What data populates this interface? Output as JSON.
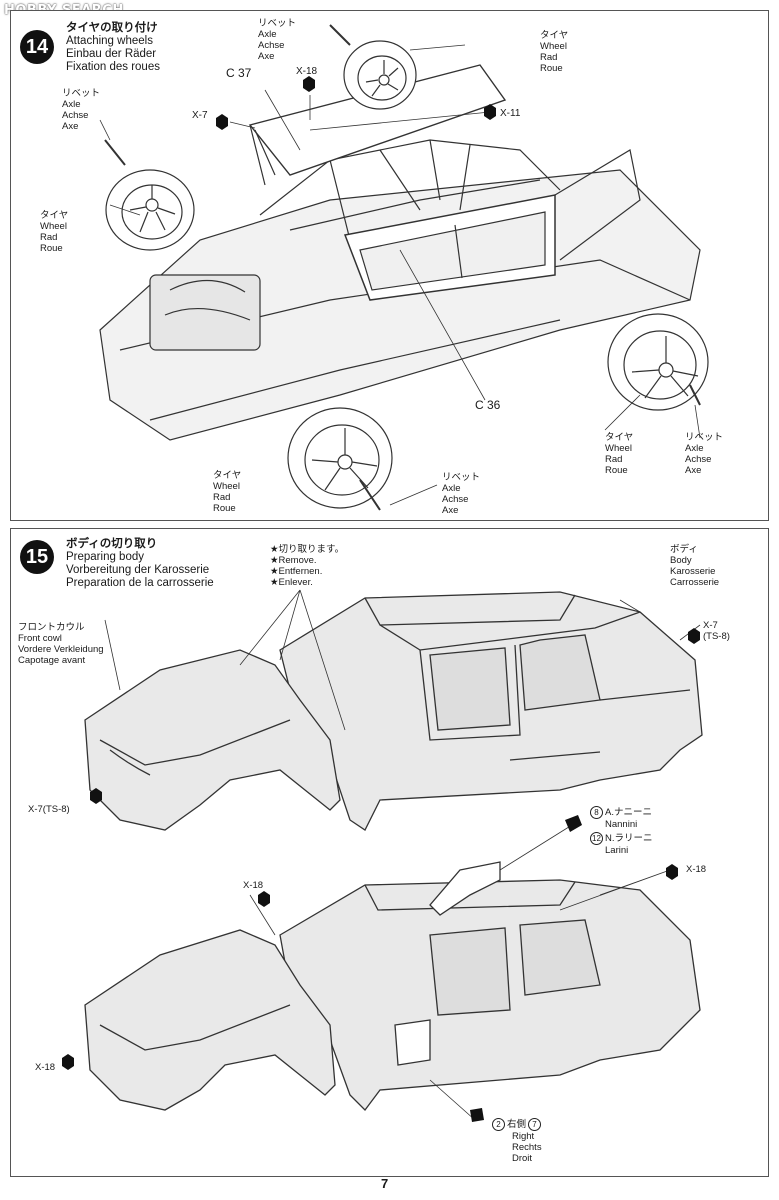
{
  "watermark": "HOBBY SEARCH",
  "page_number": "7",
  "step14": {
    "number": "14",
    "title_jp": "タイヤの取り付け",
    "title_en": "Attaching wheels",
    "title_de": "Einbau der Räder",
    "title_fr": "Fixation des roues",
    "rivet": {
      "jp": "リベット",
      "en": "Axle",
      "de": "Achse",
      "fr": "Axe"
    },
    "tire": {
      "jp": "タイヤ",
      "en": "Wheel",
      "de": "Rad",
      "fr": "Roue"
    },
    "parts": {
      "c37": "C 37",
      "x18": "X-18",
      "x7": "X-7",
      "x11": "X-11",
      "c36": "C 36"
    }
  },
  "step15": {
    "number": "15",
    "title_jp": "ボディの切り取り",
    "title_en": "Preparing body",
    "title_de": "Vorbereitung der Karosserie",
    "title_fr": "Preparation de la carrosserie",
    "remove": {
      "jp": "★切り取ります。",
      "en": "★Remove.",
      "de": "★Entfernen.",
      "fr": "★Enlever."
    },
    "body": {
      "jp": "ボディ",
      "en": "Body",
      "de": "Karosserie",
      "fr": "Carrosserie"
    },
    "front_cowl": {
      "jp": "フロントカウル",
      "en": "Front cowl",
      "de": "Vordere Verkleidung",
      "fr": "Capotage avant"
    },
    "x7_ts8_right": {
      "line1": "X-7",
      "line2": "(TS-8)"
    },
    "x7_ts8_left": "X-7(TS-8)",
    "x18": "X-18",
    "decal_8": {
      "num": "8",
      "jp": "A.ナニーニ",
      "name": "Nannini"
    },
    "decal_12": {
      "num": "12",
      "jp": "N.ラリーニ",
      "name": "Larini"
    },
    "right_side": {
      "num_a": "2",
      "jp": "右側",
      "num_b": "7",
      "en": "Right",
      "de": "Rechts",
      "fr": "Droit"
    }
  }
}
